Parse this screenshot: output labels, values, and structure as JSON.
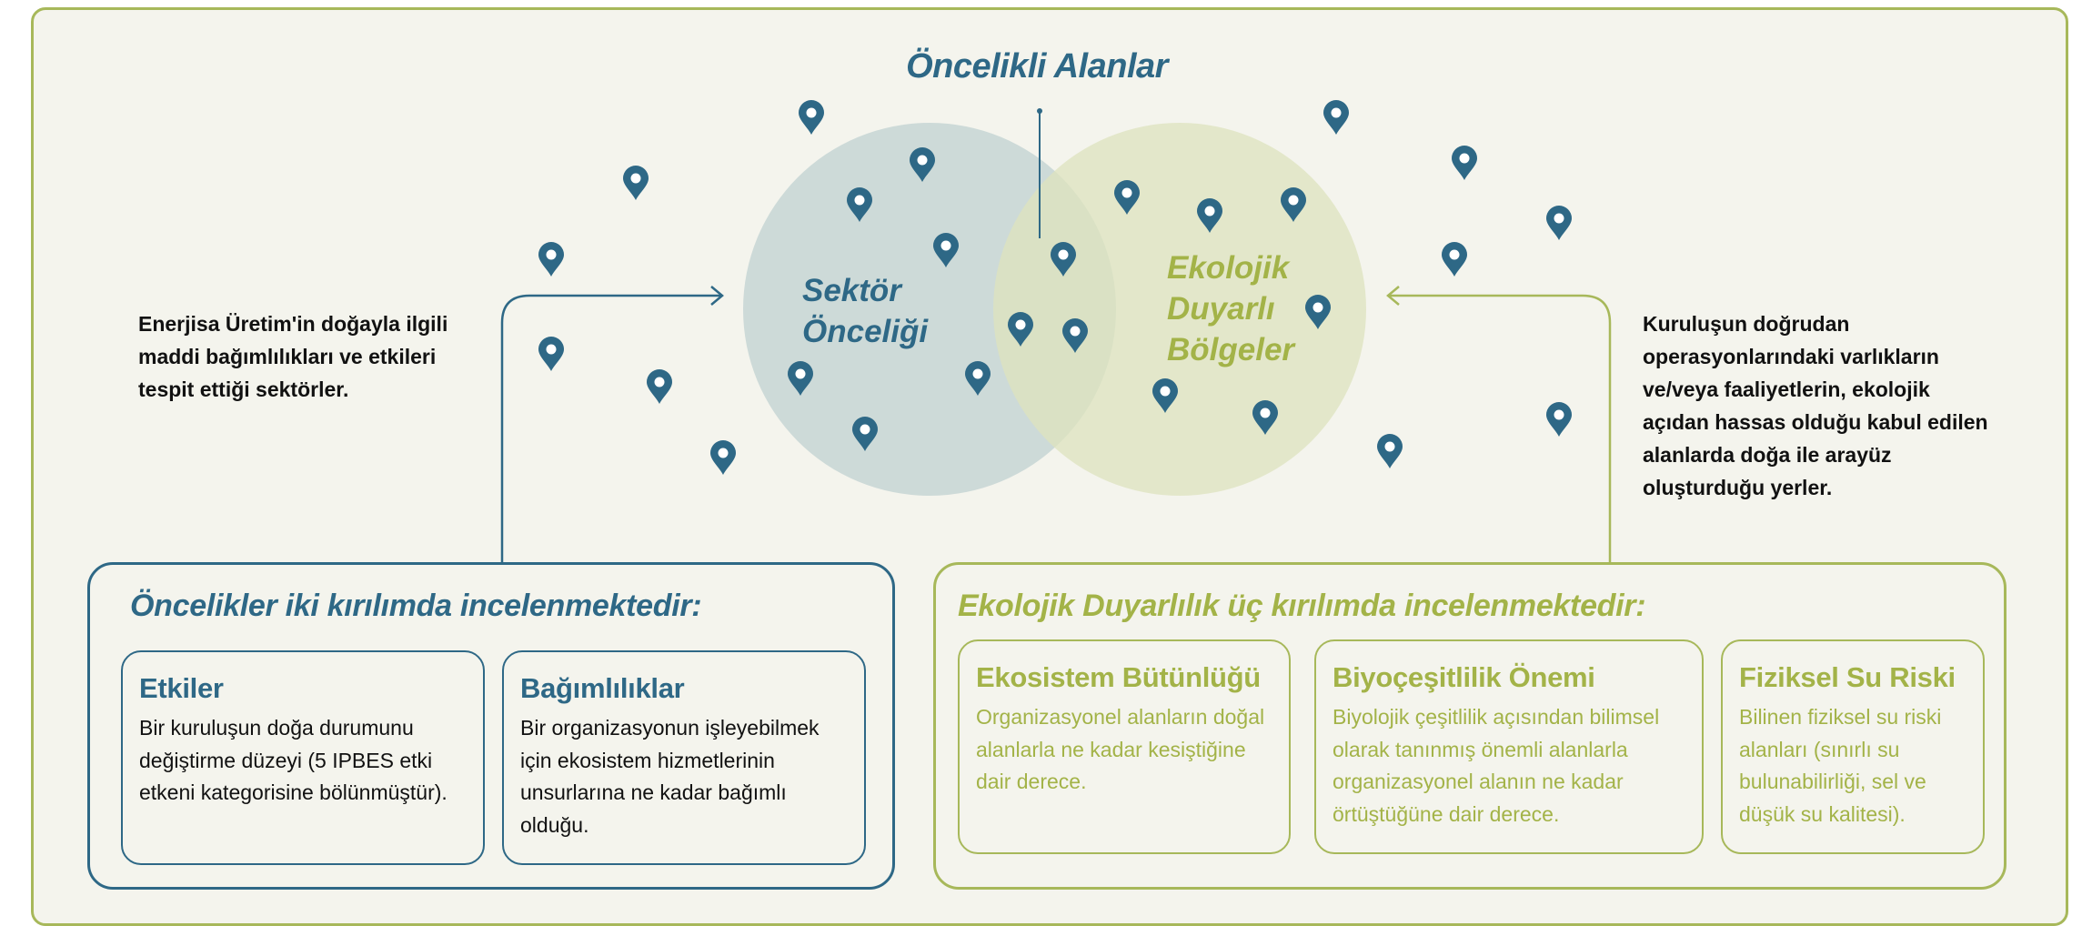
{
  "title": "Öncelikli Alanlar",
  "circles": {
    "left_label_line1": "Sektör",
    "left_label_line2": "Önceliği",
    "right_label_line1": "Ekolojik",
    "right_label_line2": "Duyarlı",
    "right_label_line3": "Bölgeler"
  },
  "side_texts": {
    "left": "Enerjisa Üretim'in doğayla ilgili maddi bağımlılıkları ve etkileri tespit ettiği sektörler.",
    "right": "Kuruluşun doğrudan operasyonlarındaki varlıkların ve/veya faaliyetlerin, ekolojik açıdan hassas olduğu kabul edilen alanlarda doğa ile arayüz oluşturduğu yerler."
  },
  "left_panel": {
    "title": "Öncelikler iki kırılımda incelenmektedir:",
    "cards": [
      {
        "title": "Etkiler",
        "text": "Bir kuruluşun doğa durumunu değiştirme düzeyi (5 IPBES etki etkeni kategorisine bölünmüştür)."
      },
      {
        "title": "Bağımlılıklar",
        "text": "Bir organizasyonun işleyebilmek için ekosistem hizmetlerinin unsurlarına ne kadar bağımlı olduğu."
      }
    ]
  },
  "right_panel": {
    "title": "Ekolojik Duyarlılık üç kırılımda incelenmektedir:",
    "cards": [
      {
        "title": "Ekosistem Bütünlüğü",
        "text": "Organizasyonel alanların doğal alanlarla ne kadar kesiştiğine dair derece."
      },
      {
        "title": "Biyoçeşitlilik Önemi",
        "text": "Biyolojik çeşitlilik açısından bilimsel olarak tanınmış önemli alanlarla organizasyonel alanın ne kadar örtüştüğüne dair derece."
      },
      {
        "title": "Fiziksel Su Riski",
        "text": "Bilinen fiziksel su riski alanları (sınırlı su bulunabilirliği, sel ve düşük su kalitesi)."
      }
    ]
  },
  "colors": {
    "blue": "#2e6886",
    "green": "#a3b348",
    "circle_blue": "#c9d7d6",
    "circle_green": "#e1e6c4",
    "background": "#f4f4ed"
  },
  "icons": {
    "marker": "location-pin-icon"
  }
}
